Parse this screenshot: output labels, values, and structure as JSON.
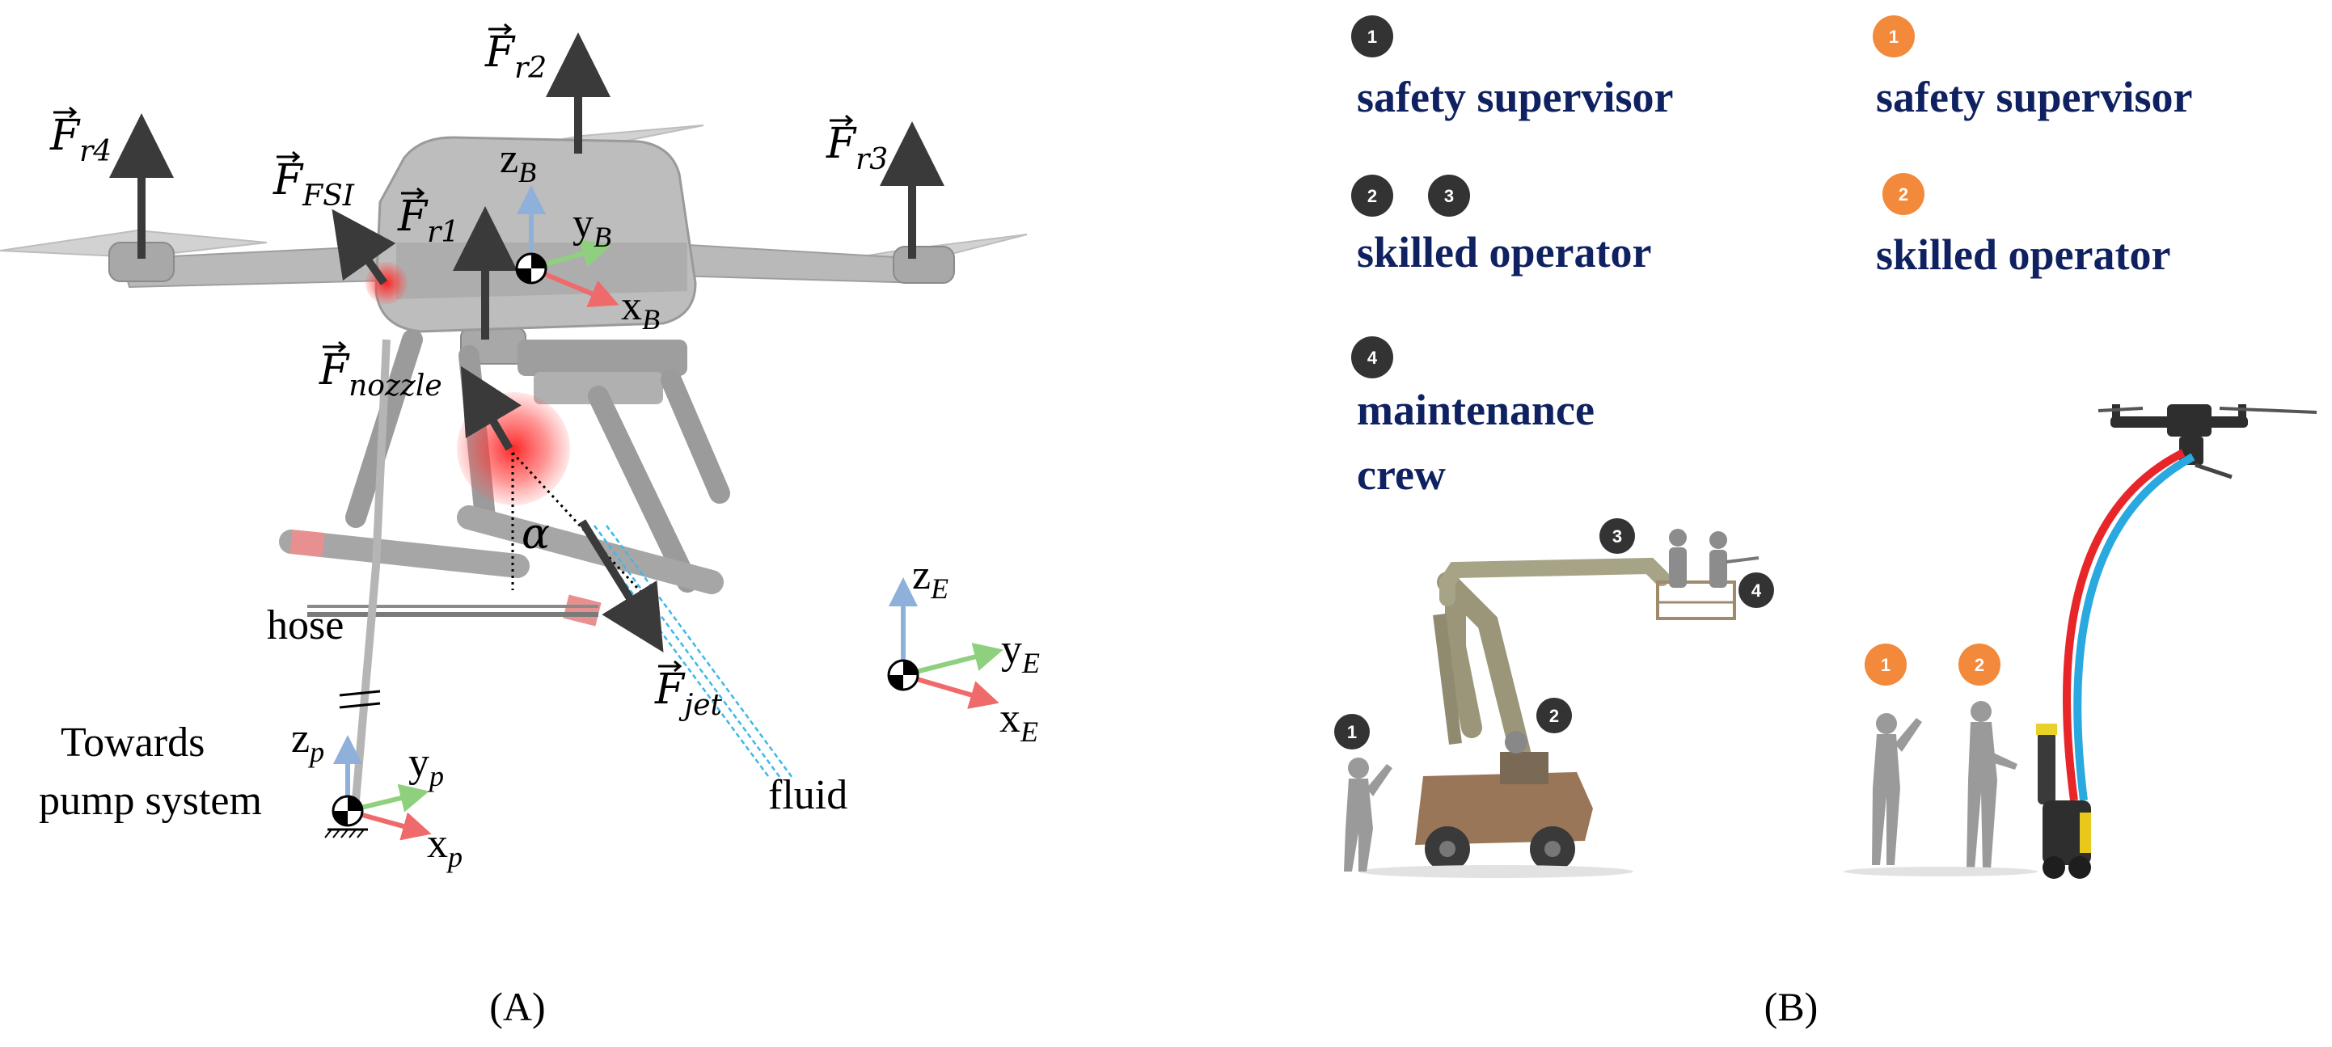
{
  "panel_a": {
    "caption": "(A)",
    "forces": {
      "fr1": {
        "base": "F",
        "sub": "r1"
      },
      "fr2": {
        "base": "F",
        "sub": "r2"
      },
      "fr3": {
        "base": "F",
        "sub": "r3"
      },
      "fr4": {
        "base": "F",
        "sub": "r4"
      },
      "ffsi": {
        "base": "F",
        "sub": "FSI"
      },
      "fnozzle": {
        "base": "F",
        "sub": "nozzle"
      },
      "fjet": {
        "base": "F",
        "sub": "jet"
      }
    },
    "angle": "α",
    "frames": {
      "body": {
        "z": "z",
        "zs": "B",
        "y": "y",
        "ys": "B",
        "x": "x",
        "xs": "B"
      },
      "earth": {
        "z": "z",
        "zs": "E",
        "y": "y",
        "ys": "E",
        "x": "x",
        "xs": "E"
      },
      "pump": {
        "z": "z",
        "zs": "p",
        "y": "y",
        "ys": "p",
        "x": "x",
        "xs": "p"
      }
    },
    "labels": {
      "hose": "hose",
      "towards_line1": "Towards",
      "towards_line2": "pump system",
      "fluid": "fluid"
    }
  },
  "panel_b": {
    "caption": "(B)",
    "legend_dark": {
      "safety_badge": "1",
      "safety": "safety supervisor",
      "skilled_badges": [
        "2",
        "3"
      ],
      "skilled": "skilled operator",
      "maint_badge": "4",
      "maint_line1": "maintenance",
      "maint_line2": "crew"
    },
    "legend_orange": {
      "safety_badge": "1",
      "safety": "safety supervisor",
      "skilled_badge": "2",
      "skilled": "skilled operator"
    },
    "scene_dark_badges": [
      "1",
      "2",
      "3",
      "4"
    ],
    "scene_orange_badges": [
      "1",
      "2"
    ]
  },
  "colors": {
    "badge_dark": "#333333",
    "badge_orange": "#f2893b",
    "role_text": "#0f2160",
    "axis_x": "#ef6b6b",
    "axis_y": "#8fd07f",
    "axis_z": "#8fb0db",
    "hose_red": "#e8262a",
    "hose_blue": "#2aa8e0"
  }
}
